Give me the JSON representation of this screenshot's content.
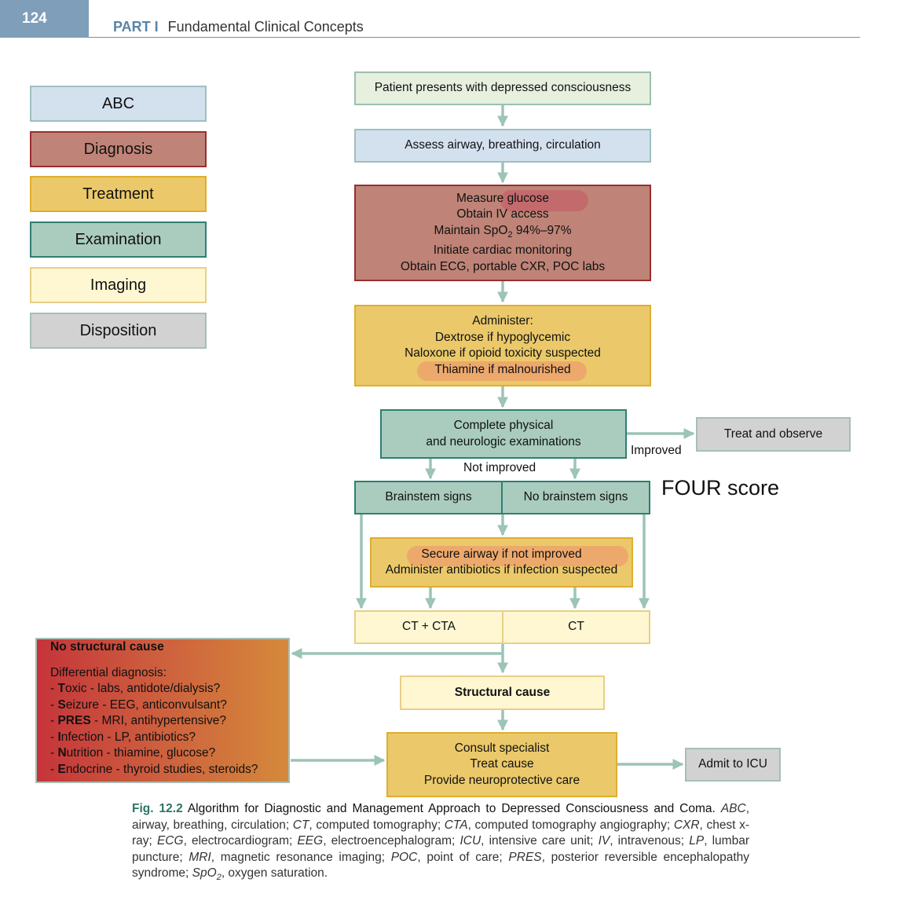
{
  "header": {
    "page_number": "124",
    "part_label": "PART I",
    "title": "Fundamental Clinical Concepts"
  },
  "legend": [
    "ABC",
    "Diagnosis",
    "Treatment",
    "Examination",
    "Imaging",
    "Disposition"
  ],
  "colors": {
    "abc": "#d3e0ee",
    "diagnosis": "#bf8477",
    "treatment": "#ebc96a",
    "examination": "#a9ccbe",
    "imaging": "#fef7d2",
    "disposition": "#d2d2d2",
    "arrow": "#9cc4b7"
  },
  "flow": {
    "start": "Patient presents with depressed consciousness",
    "abc": "Assess airway, breathing, circulation",
    "diagnosis": {
      "line1": "Measure glucose",
      "line2": "Obtain IV access",
      "line3_prefix": "Maintain SpO",
      "line3_sub": "2",
      "line3_suffix": " 94%–97%",
      "line4": "Initiate cardiac monitoring",
      "line5": "Obtain ECG, portable CXR, POC labs"
    },
    "administer": [
      "Administer:",
      "Dextrose if hypoglycemic",
      "Naloxone if opioid toxicity suspected",
      "Thiamine if malnourished"
    ],
    "exam": [
      "Complete physical",
      "and neurologic examinations"
    ],
    "treat_observe": "Treat and observe",
    "improved": "Improved",
    "not_improved": "Not improved",
    "brainstem": "Brainstem signs",
    "no_brainstem": "No brainstem signs",
    "four_score": "FOUR score",
    "secure": [
      "Secure airway if not improved",
      "Administer antibiotics if infection suspected"
    ],
    "ct_cta": "CT + CTA",
    "ct": "CT",
    "no_structural": {
      "title": "No structural cause",
      "heading": "Differential diagnosis:",
      "items": [
        {
          "letter": "T",
          "text": "oxic - labs, antidote/dialysis?"
        },
        {
          "letter": "S",
          "text": "eizure - EEG, anticonvulsant?"
        },
        {
          "letter": "PRES",
          "text": " - MRI, antihypertensive?"
        },
        {
          "letter": "I",
          "text": "nfection - LP, antibiotics?"
        },
        {
          "letter": "N",
          "text": "utrition - thiamine, glucose?"
        },
        {
          "letter": "E",
          "text": "ndocrine - thyroid studies, steroids?"
        }
      ]
    },
    "structural": "Structural cause",
    "consult": [
      "Consult specialist",
      "Treat cause",
      "Provide neuroprotective care"
    ],
    "admit": "Admit to ICU"
  },
  "caption": {
    "fig": "Fig. 12.2",
    "title": " Algorithm for Diagnostic and Management Approach to Depressed Consciousness and Coma.",
    "defs": [
      {
        "abbr": "ABC",
        "text": ", airway, breathing, circulation; "
      },
      {
        "abbr": "CT",
        "text": ", computed tomography; "
      },
      {
        "abbr": "CTA",
        "text": ", computed tomography angiography; "
      },
      {
        "abbr": "CXR",
        "text": ", chest x-ray; "
      },
      {
        "abbr": "ECG",
        "text": ", electrocardiogram; "
      },
      {
        "abbr": "EEG",
        "text": ", electroencephalogram; "
      },
      {
        "abbr": "ICU",
        "text": ", intensive care unit; "
      },
      {
        "abbr": "IV",
        "text": ", intravenous; "
      },
      {
        "abbr": "LP",
        "text": ", lumbar puncture; "
      },
      {
        "abbr": "MRI",
        "text": ", magnetic resonance imaging; "
      },
      {
        "abbr": "POC",
        "text": ", point of care; "
      },
      {
        "abbr": "PRES",
        "text": ", posterior reversible encephalopathy syndrome; "
      },
      {
        "abbr": "SpO",
        "sub": "2",
        "text": ", oxygen saturation."
      }
    ]
  }
}
